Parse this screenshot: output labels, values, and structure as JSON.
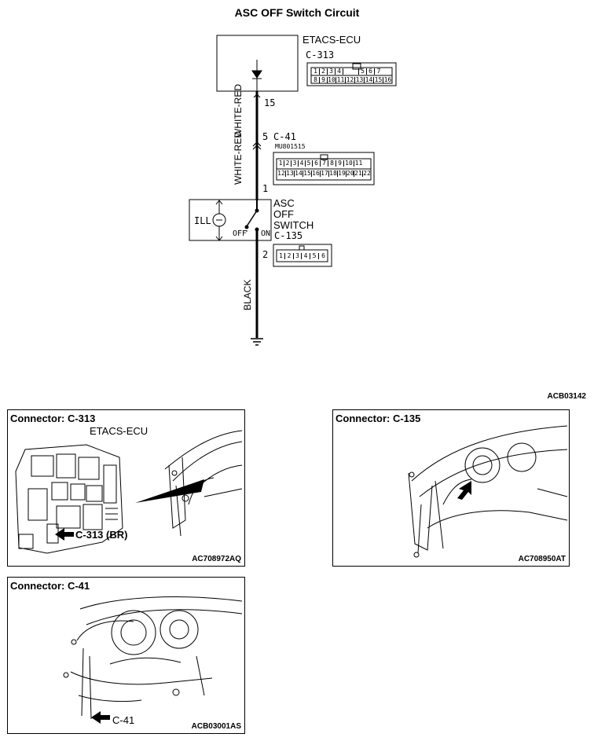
{
  "diagram": {
    "title": "ASC OFF Switch Circuit",
    "figure_code": "ACB03142",
    "etacs": {
      "name": "ETACS-ECU",
      "connector": "C-313",
      "pins_top": [
        "1",
        "2",
        "3",
        "4",
        "",
        "5",
        "6",
        "7"
      ],
      "pins_bottom": [
        "8",
        "9",
        "10",
        "11",
        "12",
        "13",
        "14",
        "15",
        "16"
      ],
      "pin_number": "15"
    },
    "junction": {
      "pin_number": "5",
      "connector": "C-41",
      "part_number": "MU801515",
      "pins_top": [
        "1",
        "2",
        "3",
        "4",
        "5",
        "6",
        "7",
        "8",
        "9",
        "10",
        "11"
      ],
      "pins_bottom": [
        "12",
        "13",
        "14",
        "15",
        "16",
        "17",
        "18",
        "19",
        "20",
        "21",
        "22"
      ],
      "pin_below": "1"
    },
    "wire_upper": "WHITE-RED",
    "wire_middle": "WHITE-RED",
    "wire_lower": "BLACK",
    "switch": {
      "name_line1": "ASC",
      "name_line2": "OFF",
      "name_line3": "SWITCH",
      "connector": "C-135",
      "ill": "ILL",
      "off": "OFF",
      "on": "ON",
      "pin_number": "2",
      "pins": [
        "1",
        "2",
        "3",
        "4",
        "5",
        "6"
      ]
    }
  },
  "panels": {
    "c313": {
      "title": "Connector: C-313",
      "unit_label": "ETACS-ECU",
      "arrow_label": "C-313 (BR)",
      "code": "AC708972AQ"
    },
    "c135": {
      "title": "Connector: C-135",
      "code": "AC708950AT"
    },
    "c41": {
      "title": "Connector: C-41",
      "arrow_label": "C-41",
      "code": "ACB03001AS"
    }
  }
}
